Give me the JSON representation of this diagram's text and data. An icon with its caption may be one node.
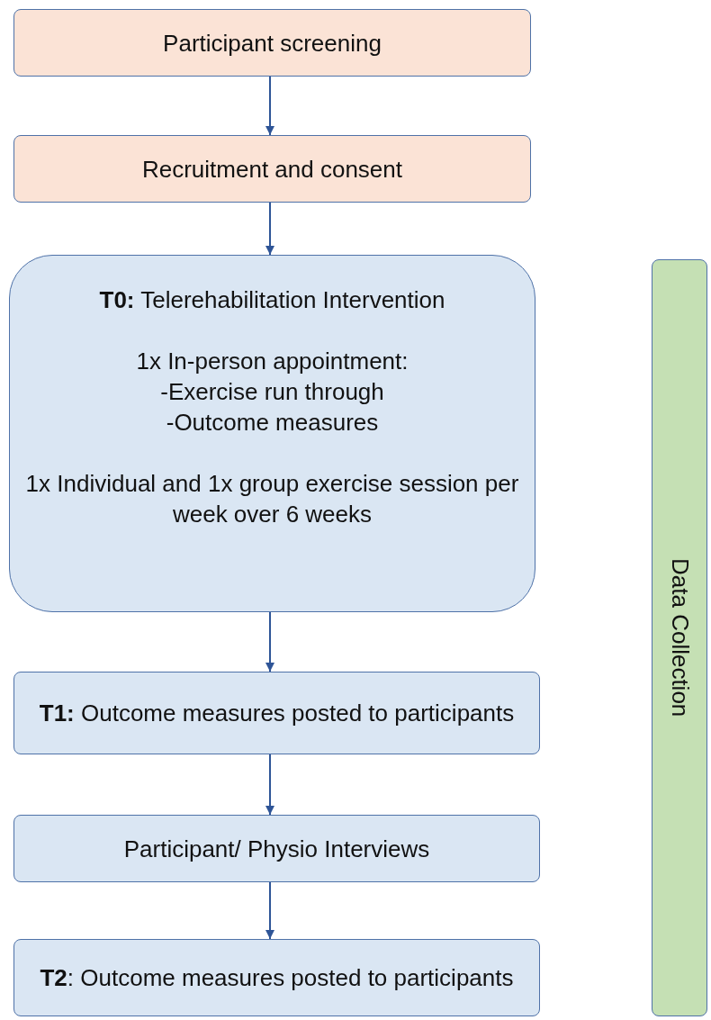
{
  "diagram": {
    "nodes": [
      {
        "text": [
          "Participant screening"
        ]
      },
      {
        "text": [
          "Recruitment and consent"
        ]
      },
      {
        "text": [
          "**T0:** Telerehabilitation  Intervention",
          "1x In-person appointment:",
          "-Exercise run through",
          "-Outcome measures",
          "1x Individual and 1x group exercise session per week over 6 weeks"
        ]
      },
      {
        "text": [
          "**T1:** Outcome measures posted to participants"
        ]
      },
      {
        "text": [
          "Participant/ Physio Interviews"
        ]
      },
      {
        "text": [
          "**T2**: Outcome measures posted to participants"
        ]
      },
      {
        "text": [
          "Data Collection"
        ]
      }
    ],
    "edges": [
      {
        "from": 0,
        "to": 1,
        "arrow": "to"
      },
      {
        "from": 1,
        "to": 2,
        "arrow": "to"
      },
      {
        "from": 2,
        "to": 3,
        "arrow": "to"
      },
      {
        "from": 3,
        "to": 4,
        "arrow": "to"
      },
      {
        "from": 4,
        "to": 5,
        "arrow": "to"
      }
    ]
  }
}
